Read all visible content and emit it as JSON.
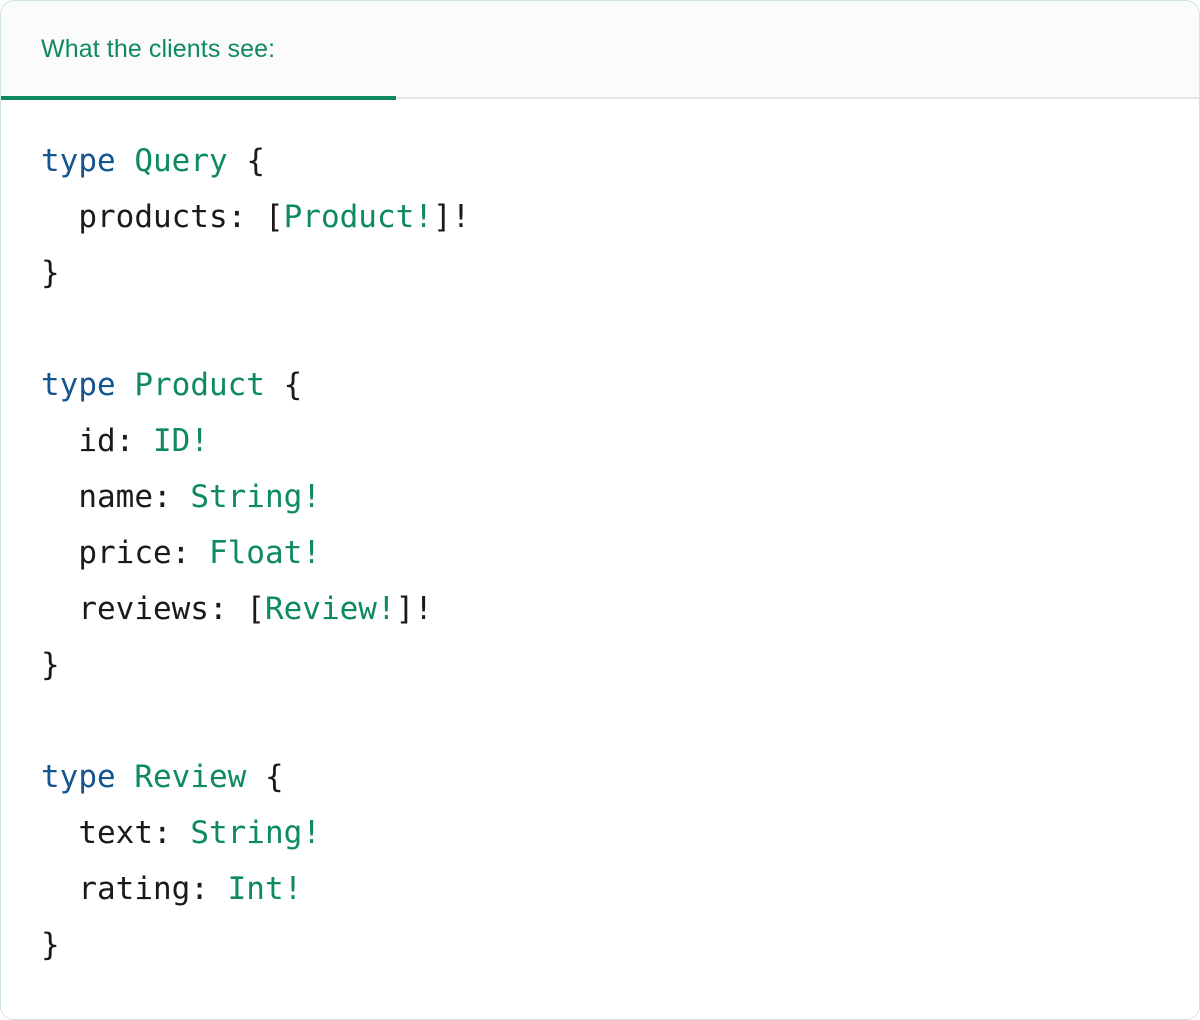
{
  "card": {
    "border_color": "#cfe6da",
    "background": "#ffffff"
  },
  "header": {
    "tab_label": "What the clients see:",
    "accent_color": "#0d8a62",
    "background": "#fbfbfb",
    "divider_color": "#e4e4e4",
    "active": true
  },
  "code": {
    "language": "graphql",
    "colors": {
      "keyword": "#14548f",
      "type": "#0d8a62",
      "punctuation": "#1a1a1a",
      "field": "#1a1a1a"
    },
    "lines": [
      {
        "id": "l1",
        "tokens": [
          {
            "t": "type",
            "c": "kw"
          },
          {
            "t": " ",
            "c": "punc"
          },
          {
            "t": "Query",
            "c": "type"
          },
          {
            "t": " {",
            "c": "punc"
          }
        ]
      },
      {
        "id": "l2",
        "tokens": [
          {
            "t": "  products: ",
            "c": "field"
          },
          {
            "t": "[",
            "c": "punc"
          },
          {
            "t": "Product!",
            "c": "type"
          },
          {
            "t": "]!",
            "c": "punc"
          }
        ]
      },
      {
        "id": "l3",
        "tokens": [
          {
            "t": "}",
            "c": "punc"
          }
        ]
      },
      {
        "id": "l4",
        "tokens": [
          {
            "t": " ",
            "c": "punc"
          }
        ]
      },
      {
        "id": "l5",
        "tokens": [
          {
            "t": "type",
            "c": "kw"
          },
          {
            "t": " ",
            "c": "punc"
          },
          {
            "t": "Product",
            "c": "type"
          },
          {
            "t": " {",
            "c": "punc"
          }
        ]
      },
      {
        "id": "l6",
        "tokens": [
          {
            "t": "  id: ",
            "c": "field"
          },
          {
            "t": "ID!",
            "c": "type"
          }
        ]
      },
      {
        "id": "l7",
        "tokens": [
          {
            "t": "  name: ",
            "c": "field"
          },
          {
            "t": "String!",
            "c": "type"
          }
        ]
      },
      {
        "id": "l8",
        "tokens": [
          {
            "t": "  price: ",
            "c": "field"
          },
          {
            "t": "Float!",
            "c": "type"
          }
        ]
      },
      {
        "id": "l9",
        "tokens": [
          {
            "t": "  reviews: ",
            "c": "field"
          },
          {
            "t": "[",
            "c": "punc"
          },
          {
            "t": "Review!",
            "c": "type"
          },
          {
            "t": "]!",
            "c": "punc"
          }
        ]
      },
      {
        "id": "l10",
        "tokens": [
          {
            "t": "}",
            "c": "punc"
          }
        ]
      },
      {
        "id": "l11",
        "tokens": [
          {
            "t": " ",
            "c": "punc"
          }
        ]
      },
      {
        "id": "l12",
        "tokens": [
          {
            "t": "type",
            "c": "kw"
          },
          {
            "t": " ",
            "c": "punc"
          },
          {
            "t": "Review",
            "c": "type"
          },
          {
            "t": " {",
            "c": "punc"
          }
        ]
      },
      {
        "id": "l13",
        "tokens": [
          {
            "t": "  text: ",
            "c": "field"
          },
          {
            "t": "String!",
            "c": "type"
          }
        ]
      },
      {
        "id": "l14",
        "tokens": [
          {
            "t": "  rating: ",
            "c": "field"
          },
          {
            "t": "Int!",
            "c": "type"
          }
        ]
      },
      {
        "id": "l15",
        "tokens": [
          {
            "t": "}",
            "c": "punc"
          }
        ]
      }
    ],
    "plain_text": "type Query {\n  products: [Product!]!\n}\n\ntype Product {\n  id: ID!\n  name: String!\n  price: Float!\n  reviews: [Review!]!\n}\n\ntype Review {\n  text: String!\n  rating: Int!\n}"
  }
}
